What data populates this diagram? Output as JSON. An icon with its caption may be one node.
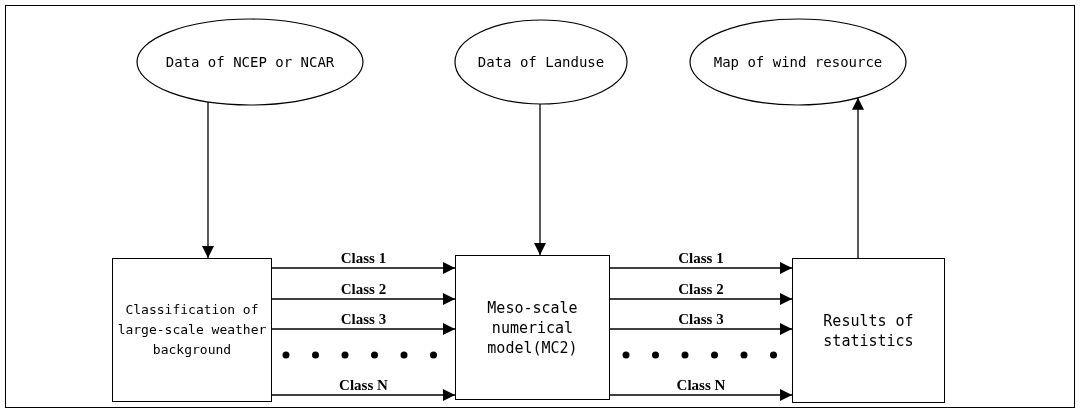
{
  "diagram": {
    "nodes": [
      {
        "text": [
          "Data of NCEP or NCAR"
        ]
      },
      {
        "text": [
          "Data of Landuse"
        ]
      },
      {
        "text": [
          "Map of wind resource"
        ]
      },
      {
        "text": [
          "Classification of large-scale weather background"
        ]
      },
      {
        "text": [
          "Meso-scale numerical model(MC2)"
        ]
      },
      {
        "text": [
          "Results of statistics"
        ]
      }
    ],
    "edges": [
      {
        "from": 0,
        "to": 3,
        "arrow": "to"
      },
      {
        "from": 1,
        "to": 4,
        "arrow": "to"
      },
      {
        "from": 5,
        "to": 2,
        "arrow": "to"
      },
      {
        "from": 3,
        "to": 4,
        "arrow": "to",
        "label": "Class 1"
      },
      {
        "from": 3,
        "to": 4,
        "arrow": "to",
        "label": "Class 2"
      },
      {
        "from": 3,
        "to": 4,
        "arrow": "to",
        "label": "Class 3"
      },
      {
        "from": 3,
        "to": 4,
        "arrow": "to",
        "label": "Class N"
      },
      {
        "from": 4,
        "to": 5,
        "arrow": "to",
        "label": "Class 1"
      },
      {
        "from": 4,
        "to": 5,
        "arrow": "to",
        "label": "Class 2"
      },
      {
        "from": 4,
        "to": 5,
        "arrow": "to",
        "label": "Class 3"
      },
      {
        "from": 4,
        "to": 5,
        "arrow": "to",
        "label": "Class N"
      }
    ]
  }
}
